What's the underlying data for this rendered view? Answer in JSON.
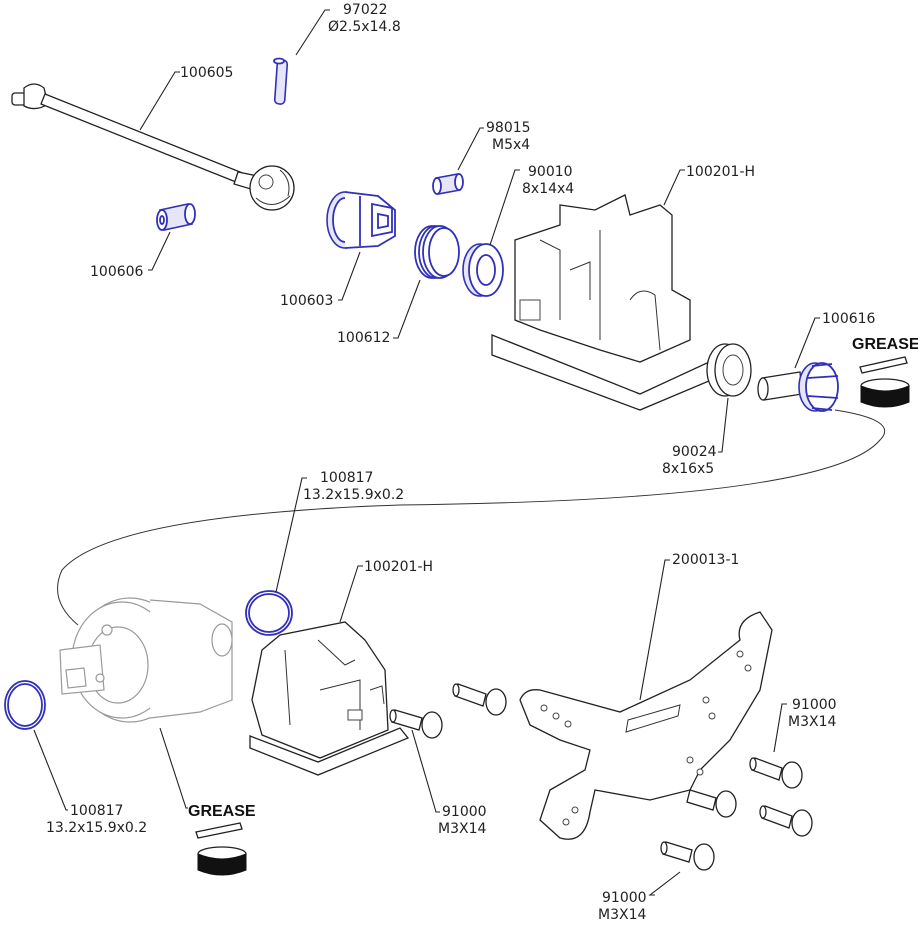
{
  "callouts": {
    "pin": {
      "part": "97022",
      "spec": "Ø2.5x14.8"
    },
    "driveshaft": {
      "part": "100605"
    },
    "setscrew": {
      "part": "98015",
      "spec": "M5x4"
    },
    "bearing_small": {
      "part": "90010",
      "spec": "8x14x4"
    },
    "bulkhead_top": {
      "part": "100201-H"
    },
    "sleeve": {
      "part": "100606"
    },
    "cup": {
      "part": "100603"
    },
    "spring": {
      "part": "100612"
    },
    "pinion": {
      "part": "100616"
    },
    "grease_top": {
      "label": "GREASE"
    },
    "bearing_large": {
      "part": "90024",
      "spec": "8x16x5"
    },
    "oring_top": {
      "part": "100817",
      "spec": "13.2x15.9x0.2"
    },
    "bulkhead_bottom": {
      "part": "100201-H"
    },
    "plate": {
      "part": "200013-1"
    },
    "screw_right": {
      "part": "91000",
      "spec": "M3X14"
    },
    "oring_left": {
      "part": "100817",
      "spec": "13.2x15.9x0.2"
    },
    "grease_bottom": {
      "label": "GREASE"
    },
    "screw_mid": {
      "part": "91000",
      "spec": "M3X14"
    },
    "screw_bottom": {
      "part": "91000",
      "spec": "M3X14"
    }
  },
  "colors": {
    "highlight_part": "#3030b8",
    "line": "#222222",
    "ghost_part": "#9a9a9a",
    "background": "#ffffff"
  }
}
